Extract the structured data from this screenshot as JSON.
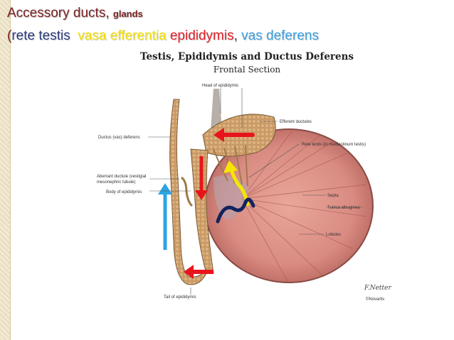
{
  "heading": {
    "main": "Accessory ducts, ",
    "small": "glands",
    "color": "#7a2222"
  },
  "subtitle": {
    "open_paren": "(",
    "rete": "rete testis",
    "vasa": "vasa efferentia",
    "epid": "epididymis",
    "comma": ",",
    "vas": "vas deferens",
    "colors": {
      "open_paren": "#7a2222",
      "rete": "#2a3a7a",
      "vasa": "#f4e100",
      "epid": "#e0202a",
      "vas": "#3aa0e0"
    }
  },
  "figure": {
    "title": "Testis, Epididymis and Ductus Deferens",
    "subtitle": "Frontal Section",
    "labels": {
      "head": "Head of epididymis",
      "efferent": "Efferent ductules",
      "ductus": "Ductus (vas) deferens",
      "rete": "Rete testis (in mediastinum testis)",
      "aberrant1": "Aberrant ductule (vestigial",
      "aberrant2": "mesonephric tubule)",
      "body": "Body of epididymis",
      "septa": "Septa",
      "tunica": "Tunica albuginea",
      "lobules": "Lobules",
      "tail": "Tail of epididymis"
    },
    "signature": "F.Netter",
    "signature_sub": "©Novartis",
    "arrow_colors": {
      "red": "#e8141c",
      "yellow": "#f6e600",
      "navy": "#12225e",
      "blue": "#2aa4e4"
    }
  }
}
